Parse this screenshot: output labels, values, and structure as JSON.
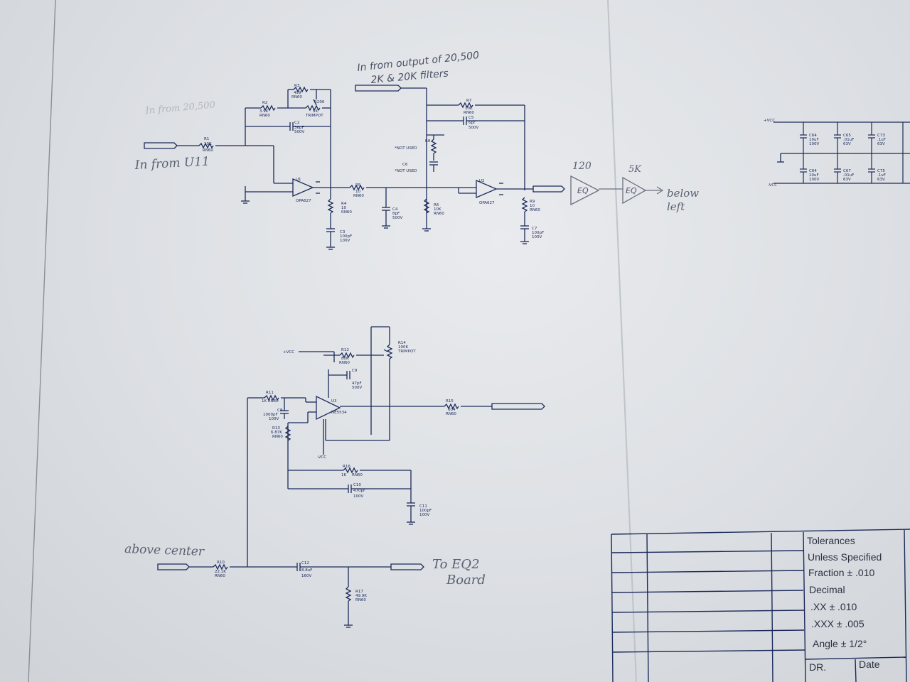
{
  "handwritten": {
    "in_from_output": "In from output of 20,500",
    "filters": "2K & 20K filters",
    "in_from_u11": "In from U11",
    "in_from_20500_faint": "In from 20,500",
    "eq_120": "120",
    "eq_5k": "5K",
    "eq_label": "EQ",
    "below_left_1": "below",
    "below_left_2": "left",
    "above_center": "above center",
    "to_eq2_1": "To EQ2",
    "to_eq2_2": "Board"
  },
  "schematic_top": {
    "r3": "R3",
    "r3v": "499",
    "r3t": "RN60",
    "r2": "R2",
    "r2v": "3.9K",
    "r2t": "RN60",
    "r206": "R206",
    "r206v": "5K",
    "r206t": "TRIMPOT",
    "c2": "C2",
    "c2v": "36pF",
    "c2t": "500V",
    "r1": "R1",
    "r1v": "10K",
    "r1t": "RN60",
    "u1": "U1",
    "u1p": "OPA627",
    "r4": "R4",
    "r4v": "10",
    "r4t": "RN60",
    "c3": "C3",
    "c3v": "100pF",
    "c3t": "100V",
    "r5": "R5",
    "r5v": "10",
    "r5t": "RN60",
    "c4": "C4",
    "c4v": "8pF",
    "c4t": "500V",
    "r7": "R7",
    "r7v": "10K",
    "r7t": "RN60",
    "c5": "C5",
    "c5v": "6pF",
    "c5t": "500V",
    "r8": "R8",
    "r8n": "*NOT USED",
    "c6": "C6",
    "c6n": "*NOT USED",
    "r6": "R6",
    "r6v": "10K",
    "r6t": "RN60",
    "u2": "U2",
    "u2p": "OPA627",
    "r9": "R9",
    "r9v": "10",
    "r9t": "RN60",
    "c7": "C7",
    "c7v": "100pF",
    "c7t": "100V"
  },
  "schematic_bottom": {
    "vcc_pos": "+VCC",
    "vcc_neg": "-VCC",
    "r14": "R14",
    "r14v": "100K",
    "r14t": "TRIMPOT",
    "r12": "R12",
    "r12v": "80K",
    "r12t": "RN60",
    "c9": "C9",
    "c9v": "47pF",
    "c9t": "500V",
    "r11": "R11",
    "r11v": "1K RN60",
    "c8": "C8",
    "c8v": "1000pF",
    "c8t": "100V",
    "r13": "R13",
    "r13v": "6.87K",
    "r13t": "RN60",
    "u3": "U3",
    "u3p": "NE5534",
    "r15": "R15",
    "r15v": "604",
    "r15t": "RN60",
    "r16": "R16",
    "r16v": "1K",
    "r16t": "RN60",
    "c10": "C10",
    "c10v": "470pF",
    "c10t": "100V",
    "c11": "C11",
    "c11v": "100pF",
    "c11t": "100V",
    "r10": "R10",
    "r10v": "22.1K",
    "r10t": "RN60",
    "c12": "C12",
    "c12v": "8.8uF",
    "c12t": "160V",
    "r17": "R17",
    "r17v": "49.9K",
    "r17t": "RN60"
  },
  "supply_bank": {
    "vcc_pos": "+VCC",
    "vcc_neg": "-VCC",
    "caps": [
      {
        "name": "C64",
        "v": "10uF",
        "t": "100V"
      },
      {
        "name": "C65",
        "v": ".01uF",
        "t": "63V"
      },
      {
        "name": "C73",
        "v": ".1uF",
        "t": "63V"
      },
      {
        "name": "C64",
        "v": "10uF",
        "t": "100V"
      },
      {
        "name": "C67",
        "v": ".01uF",
        "t": "63V"
      },
      {
        "name": "C75",
        "v": ".1uF",
        "t": "63V"
      }
    ]
  },
  "title_block": {
    "tolerances": "Tolerances",
    "unless": "Unless Specified",
    "fraction": "Fraction  ±  .010",
    "decimal": "Decimal",
    "xx": ".XX  ±  .010",
    "xxx": ".XXX  ±  .005",
    "angle": "Angle  ±  1/2°",
    "dr": "DR.",
    "date": "Date"
  }
}
